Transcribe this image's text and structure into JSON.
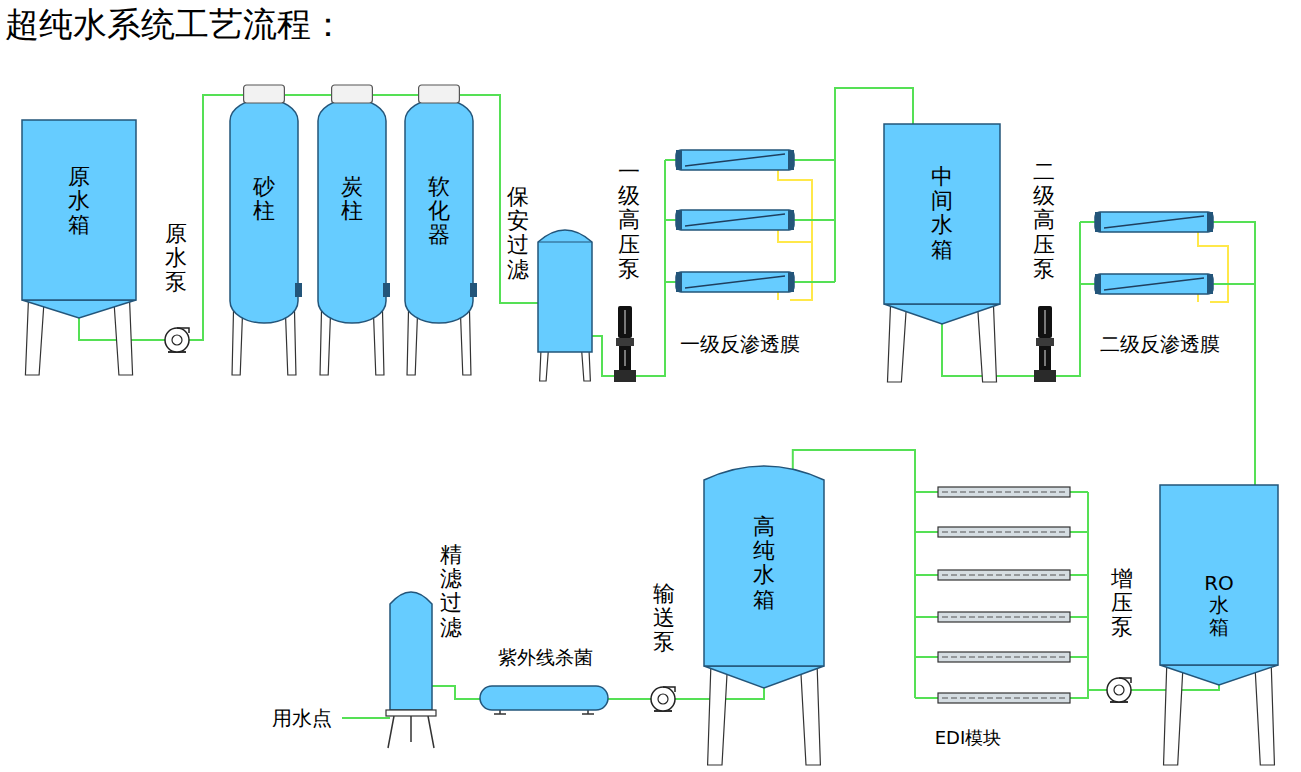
{
  "diagram": {
    "title": "超纯水系统工艺流程：",
    "nodes": [
      {
        "text": [
          "原水箱"
        ]
      },
      {
        "text": [
          "原水泵"
        ]
      },
      {
        "text": [
          "砂柱"
        ]
      },
      {
        "text": [
          "炭柱"
        ]
      },
      {
        "text": [
          "软化器"
        ]
      },
      {
        "text": [
          "保安过滤"
        ]
      },
      {
        "text": [
          "一级高压泵"
        ]
      },
      {
        "text": [
          "一级反渗透膜"
        ]
      },
      {
        "text": [
          "中间水箱"
        ]
      },
      {
        "text": [
          "二级高压泵"
        ]
      },
      {
        "text": [
          "二级反渗透膜"
        ]
      },
      {
        "text": [
          "RO水箱"
        ]
      },
      {
        "text": [
          "增压泵"
        ]
      },
      {
        "text": [
          "EDI模块"
        ]
      },
      {
        "text": [
          "高纯水箱"
        ]
      },
      {
        "text": [
          "输送泵"
        ]
      },
      {
        "text": [
          "紫外线杀菌"
        ]
      },
      {
        "text": [
          "精滤过滤"
        ]
      }
    ],
    "edges": [
      {
        "from": 0,
        "to": 1,
        "arrow": "none"
      },
      {
        "from": 1,
        "to": 2,
        "arrow": "none"
      },
      {
        "from": 2,
        "to": 3,
        "arrow": "none"
      },
      {
        "from": 3,
        "to": 4,
        "arrow": "none"
      },
      {
        "from": 4,
        "to": 5,
        "arrow": "none"
      },
      {
        "from": 5,
        "to": 6,
        "arrow": "none"
      },
      {
        "from": 6,
        "to": 7,
        "arrow": "none"
      },
      {
        "from": 7,
        "to": 8,
        "arrow": "none"
      },
      {
        "from": 8,
        "to": 9,
        "arrow": "none"
      },
      {
        "from": 9,
        "to": 10,
        "arrow": "none"
      },
      {
        "from": 10,
        "to": 11,
        "arrow": "none"
      },
      {
        "from": 11,
        "to": 12,
        "arrow": "none"
      },
      {
        "from": 12,
        "to": 13,
        "arrow": "none"
      },
      {
        "from": 13,
        "to": 14,
        "arrow": "none"
      },
      {
        "from": 14,
        "to": 15,
        "arrow": "none"
      },
      {
        "from": 15,
        "to": 16,
        "arrow": "none"
      },
      {
        "from": 16,
        "to": 17,
        "arrow": "none"
      }
    ],
    "labels": [
      "用水点"
    ]
  }
}
